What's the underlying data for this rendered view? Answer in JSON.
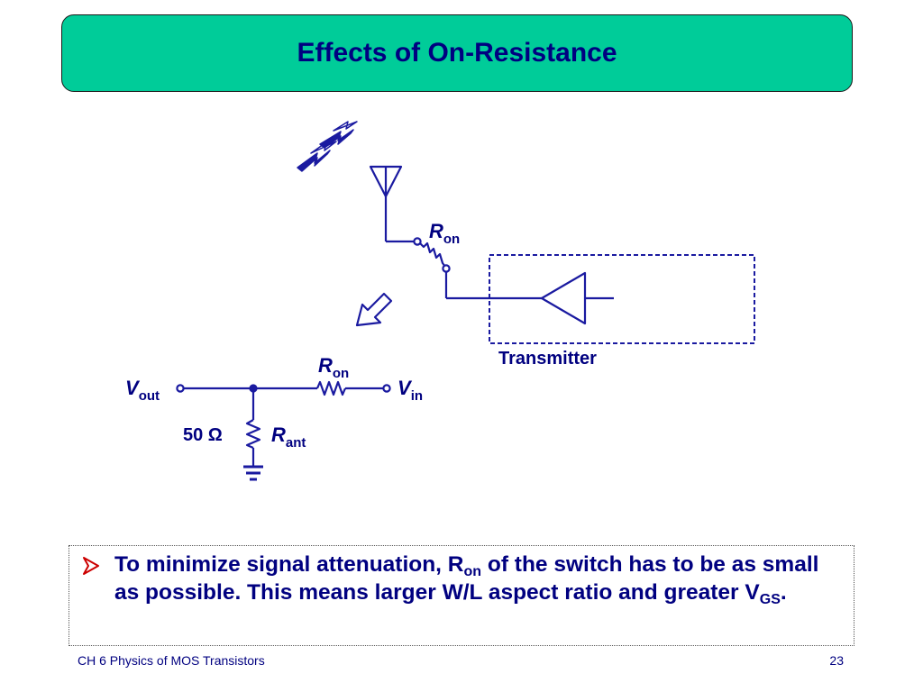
{
  "slide": {
    "title": "Effects of On-Resistance"
  },
  "diagram": {
    "ron_top": {
      "main": "R",
      "sub": "on"
    },
    "transmitter_label": "Transmitter",
    "ron_bottom": {
      "main": "R",
      "sub": "on"
    },
    "vout": {
      "main": "V",
      "sub": "out"
    },
    "vin": {
      "main": "V",
      "sub": "in"
    },
    "resistance_value": "50 Ω",
    "rant": {
      "main": "R",
      "sub": "ant"
    }
  },
  "bullet": {
    "part1": "To minimize signal attenuation, R",
    "sub1": "on",
    "part2": " of the switch has to be as small as possible.  This means larger W/L aspect ratio and greater V",
    "sub2": "GS",
    "part3": "."
  },
  "footer": {
    "left": "CH 6  Physics of MOS Transistors",
    "page": "23"
  },
  "colors": {
    "title_bg": "#00cc99",
    "navy": "#000080",
    "circuit": "#1a1aa0"
  }
}
